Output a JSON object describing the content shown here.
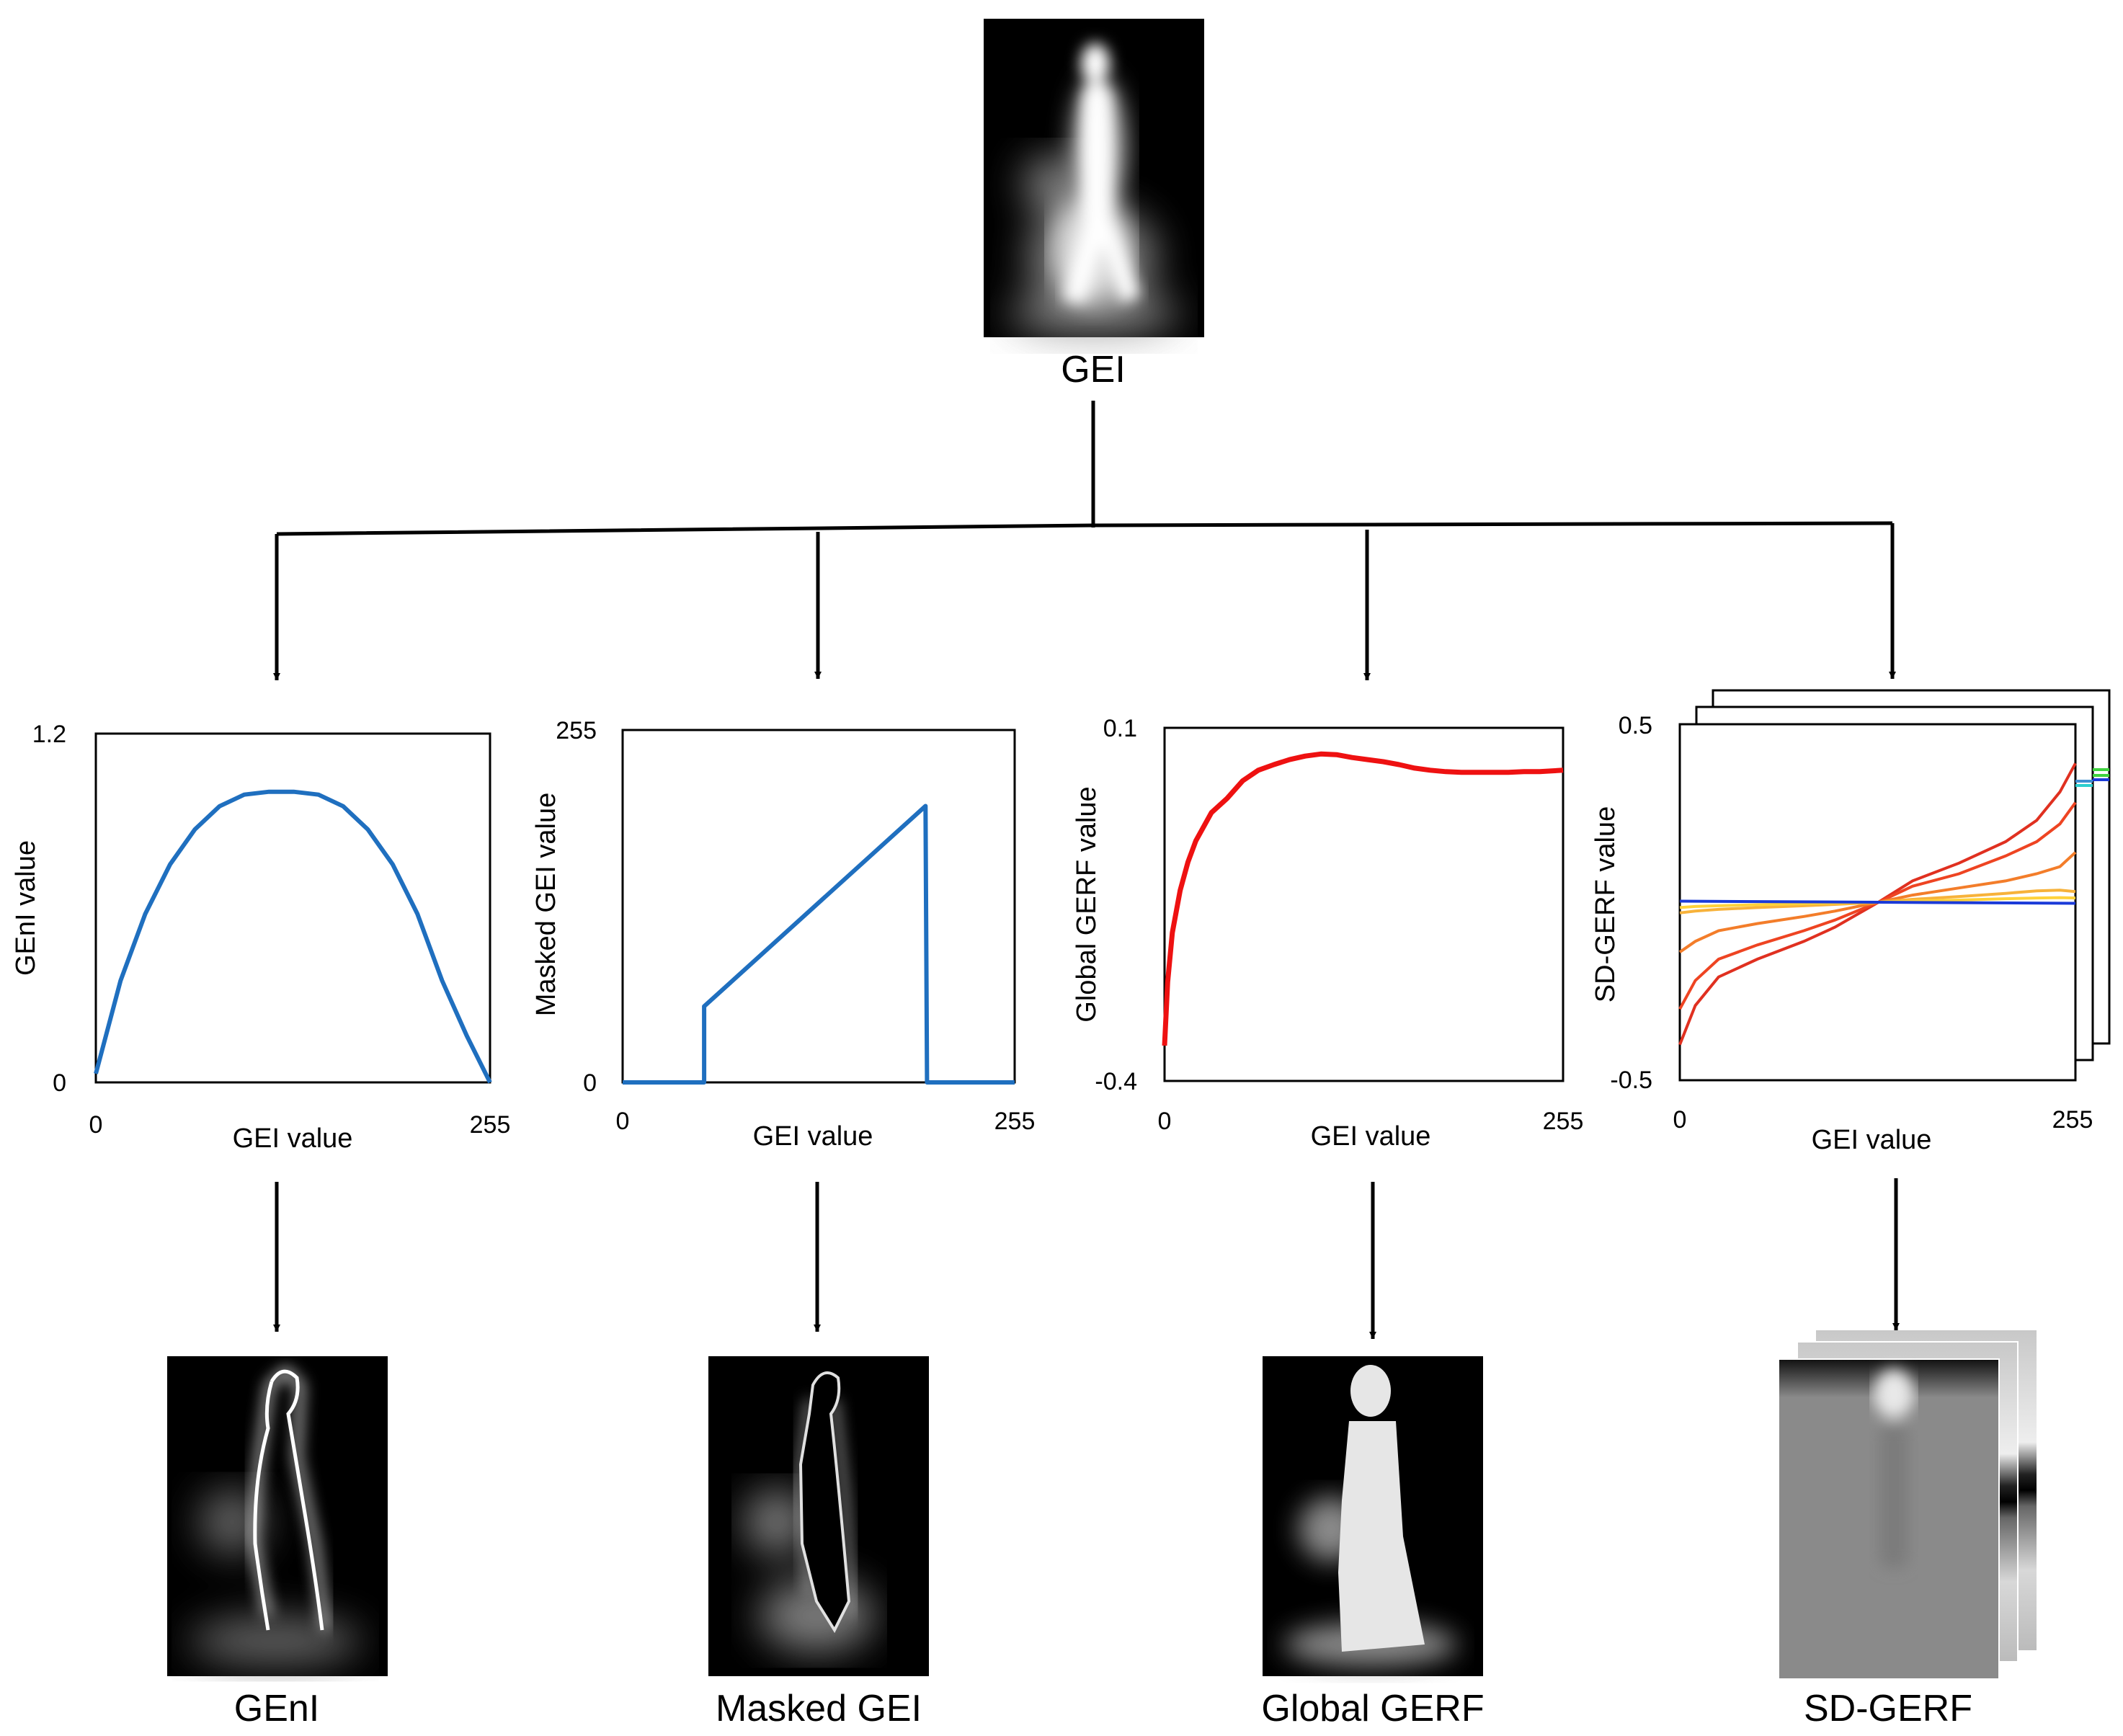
{
  "top": {
    "label": "GEI"
  },
  "panels": [
    {
      "id": "geni",
      "ylabel": "GEnI value",
      "xlabel": "GEI value",
      "y_max": "1.2",
      "y_min": "0",
      "x_min": "0",
      "x_max": "255",
      "output_label": "GEnI",
      "line_color": "#1f6fbf"
    },
    {
      "id": "masked",
      "ylabel": "Masked GEI value",
      "xlabel": "GEI value",
      "y_max": "255",
      "y_min": "0",
      "x_min": "0",
      "x_max": "255",
      "output_label": "Masked GEI",
      "line_color": "#1f6fbf"
    },
    {
      "id": "global",
      "ylabel": "Global GERF value",
      "xlabel": "GEI value",
      "y_max": "0.1",
      "y_min": "-0.4",
      "x_min": "0",
      "x_max": "255",
      "output_label": "Global GERF",
      "line_color": "#ee1111"
    },
    {
      "id": "sd",
      "ylabel": "SD-GERF value",
      "xlabel": "GEI value",
      "y_max": "0.5",
      "y_min": "-0.5",
      "x_min": "0",
      "x_max": "255",
      "output_label": "SD-GERF"
    }
  ],
  "chart_data": [
    {
      "type": "line",
      "xlabel": "GEI value",
      "ylabel": "GEnI value",
      "xlim": [
        0,
        255
      ],
      "ylim": [
        0,
        1.2
      ],
      "series": [
        {
          "color": "#1f6fbf",
          "x": [
            0,
            16,
            32,
            48,
            64,
            80,
            96,
            112,
            128,
            144,
            160,
            176,
            192,
            208,
            224,
            240,
            255
          ],
          "y": [
            0.03,
            0.35,
            0.58,
            0.75,
            0.87,
            0.95,
            0.99,
            1.0,
            1.0,
            0.99,
            0.95,
            0.87,
            0.75,
            0.58,
            0.35,
            0.16,
            0.0
          ]
        }
      ]
    },
    {
      "type": "line",
      "xlabel": "GEI value",
      "ylabel": "Masked GEI value",
      "xlim": [
        0,
        255
      ],
      "ylim": [
        0,
        255
      ],
      "series": [
        {
          "color": "#1f6fbf",
          "x": [
            0,
            53,
            53,
            197,
            198,
            255
          ],
          "y": [
            0,
            0,
            55,
            200,
            0,
            0
          ]
        }
      ]
    },
    {
      "type": "line",
      "xlabel": "GEI value",
      "ylabel": "Global GERF value",
      "xlim": [
        0,
        255
      ],
      "ylim": [
        -0.4,
        0.1
      ],
      "series": [
        {
          "color": "#ee1111",
          "x": [
            0,
            2,
            5,
            10,
            15,
            20,
            30,
            40,
            50,
            60,
            70,
            80,
            90,
            100,
            110,
            120,
            130,
            140,
            150,
            160,
            170,
            180,
            190,
            200,
            210,
            220,
            230,
            240,
            255
          ],
          "y": [
            -0.35,
            -0.26,
            -0.19,
            -0.13,
            -0.09,
            -0.06,
            -0.02,
            0.0,
            0.025,
            0.04,
            0.048,
            0.055,
            0.06,
            0.063,
            0.062,
            0.058,
            0.055,
            0.052,
            0.048,
            0.043,
            0.04,
            0.038,
            0.037,
            0.037,
            0.037,
            0.037,
            0.038,
            0.038,
            0.04
          ]
        }
      ]
    },
    {
      "type": "line",
      "xlabel": "GEI value",
      "ylabel": "SD-GERF value",
      "xlim": [
        0,
        255
      ],
      "ylim": [
        -0.5,
        0.5
      ],
      "series": [
        {
          "color": "#e03020",
          "x": [
            0,
            10,
            25,
            50,
            80,
            100,
            128,
            150,
            180,
            210,
            230,
            245,
            255
          ],
          "y": [
            -0.4,
            -0.29,
            -0.21,
            -0.16,
            -0.11,
            -0.07,
            0.0,
            0.06,
            0.11,
            0.17,
            0.23,
            0.31,
            0.39
          ]
        },
        {
          "color": "#ee4422",
          "x": [
            0,
            10,
            25,
            50,
            80,
            100,
            128,
            150,
            180,
            210,
            230,
            245,
            255
          ],
          "y": [
            -0.3,
            -0.22,
            -0.16,
            -0.12,
            -0.08,
            -0.05,
            0.0,
            0.045,
            0.08,
            0.13,
            0.17,
            0.22,
            0.28
          ]
        },
        {
          "color": "#f37d2a",
          "x": [
            0,
            10,
            25,
            50,
            80,
            100,
            128,
            150,
            180,
            210,
            230,
            245,
            255
          ],
          "y": [
            -0.14,
            -0.11,
            -0.08,
            -0.06,
            -0.04,
            -0.025,
            0.0,
            0.02,
            0.04,
            0.06,
            0.08,
            0.1,
            0.14
          ]
        },
        {
          "color": "#f7b23a",
          "x": [
            0,
            10,
            25,
            50,
            80,
            100,
            128,
            150,
            180,
            210,
            230,
            245,
            255
          ],
          "y": [
            -0.03,
            -0.025,
            -0.02,
            -0.015,
            -0.01,
            -0.006,
            0.0,
            0.008,
            0.016,
            0.025,
            0.032,
            0.034,
            0.03
          ]
        },
        {
          "color": "#ffd23a",
          "x": [
            0,
            10,
            25,
            50,
            80,
            100,
            128,
            150,
            180,
            210,
            230,
            245,
            255
          ],
          "y": [
            -0.015,
            -0.012,
            -0.01,
            -0.007,
            -0.004,
            -0.002,
            0.0,
            0.003,
            0.006,
            0.01,
            0.012,
            0.013,
            0.012
          ]
        },
        {
          "color": "#1a3ad8",
          "x": [
            0,
            128,
            255
          ],
          "y": [
            0.003,
            0.0,
            -0.003
          ]
        }
      ]
    }
  ]
}
